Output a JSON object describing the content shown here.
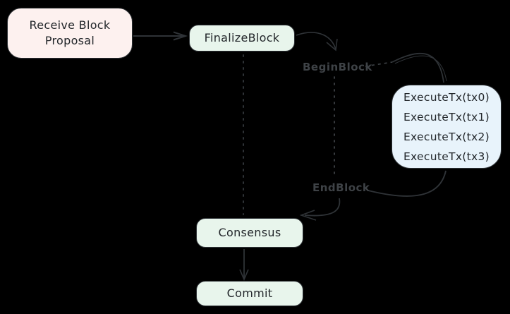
{
  "colors": {
    "background": "#000000",
    "stroke_dark": "#2f3337",
    "stroke_gray": "#3e4246",
    "node_border": "#2f3337",
    "node_text": "#22262a",
    "fill_pink": "#fdf1ef",
    "fill_green": "#e8f5ec",
    "fill_blue": "#e8f3fb",
    "ghost_label_gray": "#3e4246"
  },
  "nodes": {
    "receive": {
      "line1": "Receive Block",
      "line2": "Proposal",
      "fill": "#fdf1ef"
    },
    "finalize": {
      "label": "FinalizeBlock",
      "fill": "#e8f5ec"
    },
    "execute": {
      "fill": "#e8f3fb",
      "lines": [
        "ExecuteTx(tx0)",
        "ExecuteTx(tx1)",
        "ExecuteTx(tx2)",
        "ExecuteTx(tx3)"
      ]
    },
    "consensus": {
      "label": "Consensus",
      "fill": "#e8f5ec"
    },
    "commit": {
      "label": "Commit",
      "fill": "#e8f5ec"
    }
  },
  "labels": {
    "begin_block": "BeginBlock",
    "end_block": "EndBlock"
  }
}
